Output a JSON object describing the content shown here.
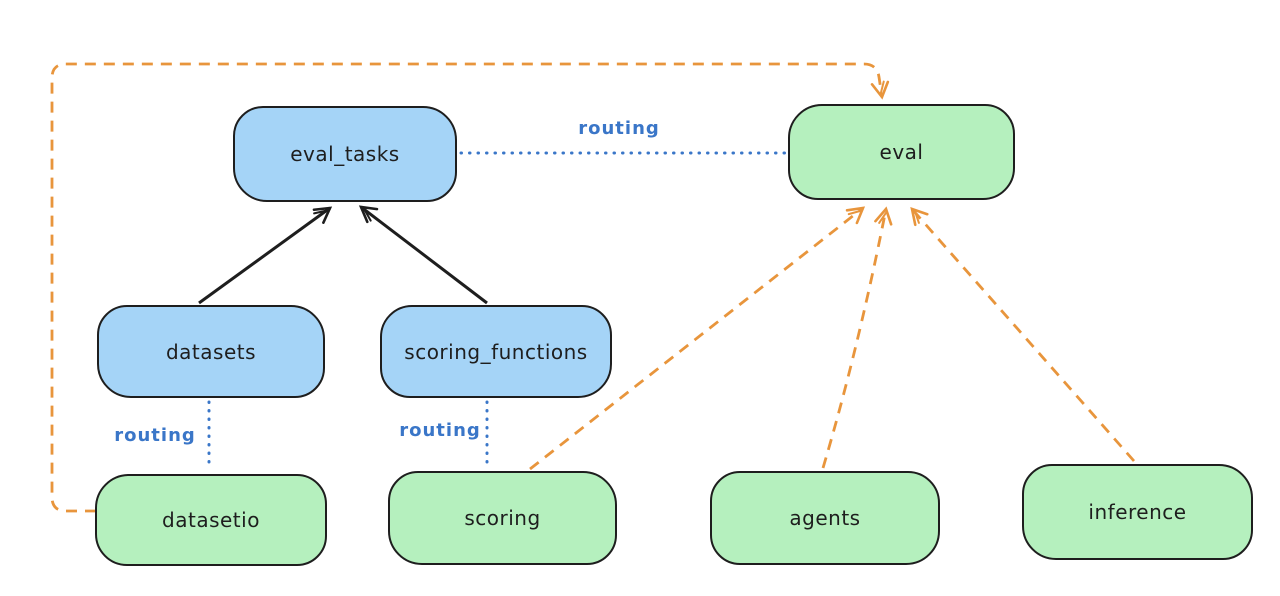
{
  "diagram": {
    "type": "architecture-diagram",
    "nodes": [
      {
        "id": "eval_tasks",
        "label": "eval_tasks",
        "fill": "blue"
      },
      {
        "id": "eval",
        "label": "eval",
        "fill": "green"
      },
      {
        "id": "datasets",
        "label": "datasets",
        "fill": "blue"
      },
      {
        "id": "scoring_functions",
        "label": "scoring_functions",
        "fill": "blue"
      },
      {
        "id": "datasetio",
        "label": "datasetio",
        "fill": "green"
      },
      {
        "id": "scoring",
        "label": "scoring",
        "fill": "green"
      },
      {
        "id": "agents",
        "label": "agents",
        "fill": "green"
      },
      {
        "id": "inference",
        "label": "inference",
        "fill": "green"
      }
    ],
    "edges": [
      {
        "from": "datasets",
        "to": "eval_tasks",
        "style": "solid-black-arrow"
      },
      {
        "from": "scoring_functions",
        "to": "eval_tasks",
        "style": "solid-black-arrow"
      },
      {
        "from": "eval_tasks",
        "to": "eval",
        "style": "dotted-blue",
        "label": "routing"
      },
      {
        "from": "datasets",
        "to": "datasetio",
        "style": "dotted-blue",
        "label": "routing"
      },
      {
        "from": "scoring_functions",
        "to": "scoring",
        "style": "dotted-blue",
        "label": "routing"
      },
      {
        "from": "datasetio",
        "to": "eval",
        "style": "dashed-orange-arrow"
      },
      {
        "from": "scoring",
        "to": "eval",
        "style": "dashed-orange-arrow"
      },
      {
        "from": "agents",
        "to": "eval",
        "style": "dashed-orange-arrow"
      },
      {
        "from": "inference",
        "to": "eval",
        "style": "dashed-orange-arrow"
      }
    ],
    "colors": {
      "blue_fill": "#a5d4f7",
      "green_fill": "#b5f0be",
      "stroke": "#1e1e1e",
      "routing_blue": "#3a76c8",
      "orange": "#e8953c",
      "background": "#ffffff"
    }
  }
}
